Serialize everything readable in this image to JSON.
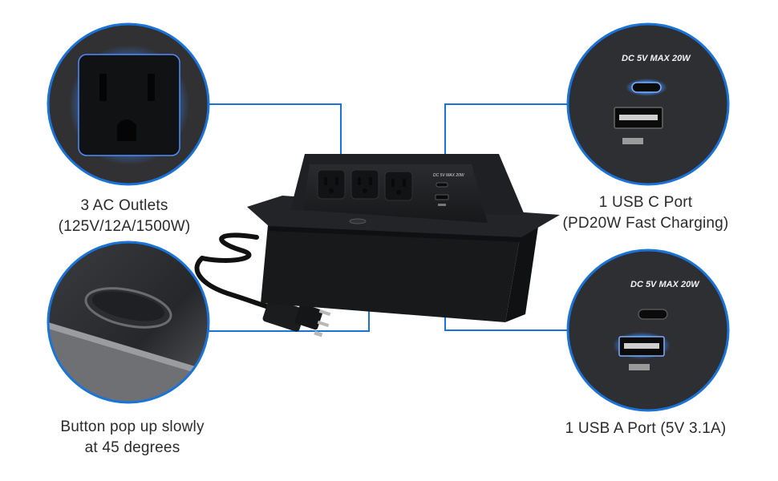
{
  "colors": {
    "accent_blue": "#1a73d9",
    "device_black": "#1b1c1e",
    "glow_blue": "#3d8cff"
  },
  "callouts": {
    "ac_outlets": {
      "line1": "3 AC Outlets",
      "line2": "(125V/12A/1500W)",
      "icon": "ac-outlet-icon"
    },
    "button": {
      "line1": "Button pop up slowly",
      "line2": "at 45 degrees",
      "icon": "push-button-icon"
    },
    "usb_c": {
      "line1": "1 USB C Port",
      "line2": "(PD20W Fast Charging)",
      "icon": "usb-c-port-icon",
      "printed_text": "DC 5V MAX 20W"
    },
    "usb_a": {
      "line1": "1 USB A Port (5V 3.1A)",
      "icon": "usb-a-port-icon",
      "printed_text": "DC 5V MAX 20W"
    }
  },
  "device": {
    "panel_text": "DC 5V MAX 20W",
    "outlet_count": 3
  }
}
